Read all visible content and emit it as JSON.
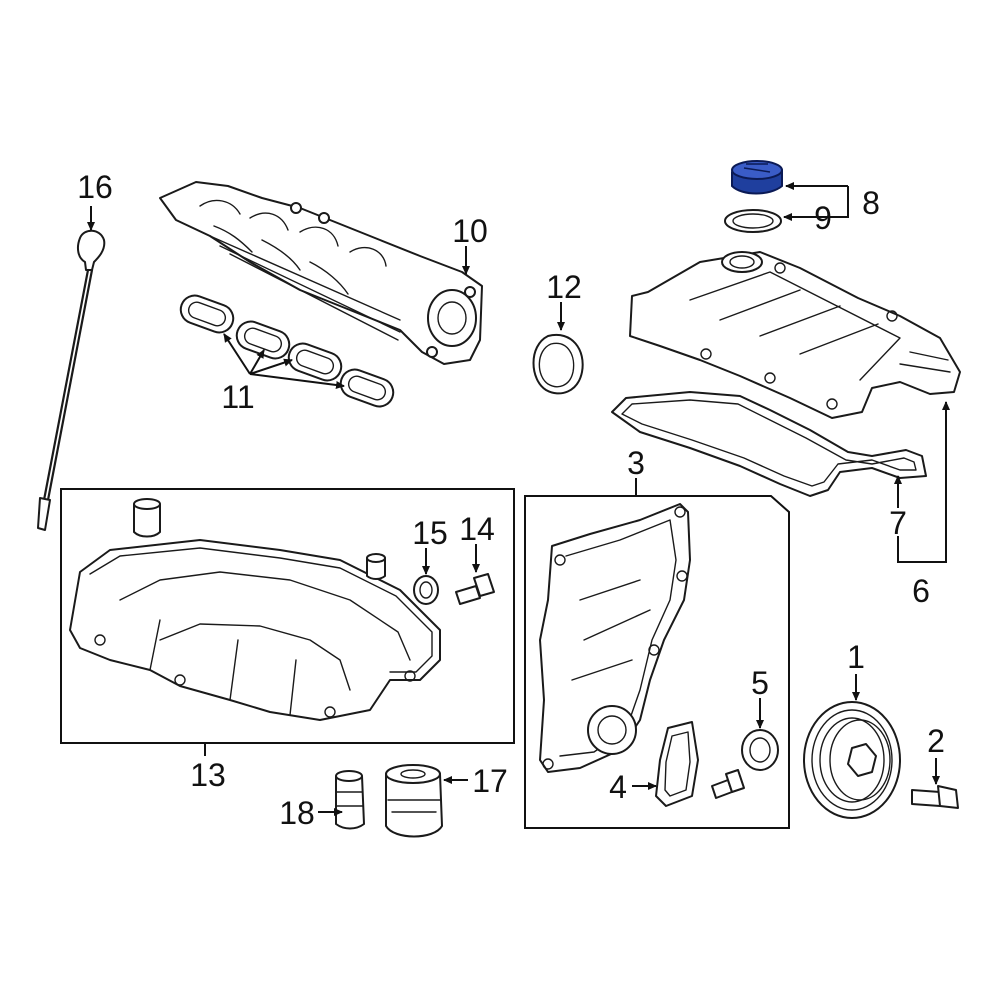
{
  "highlight_color": "#1f3f9e",
  "callouts": {
    "c1": "1",
    "c2": "2",
    "c3": "3",
    "c4": "4",
    "c5": "5",
    "c6": "6",
    "c7": "7",
    "c8": "8",
    "c9": "9",
    "c10": "10",
    "c11": "11",
    "c12": "12",
    "c13": "13",
    "c14": "14",
    "c15": "15",
    "c16": "16",
    "c17": "17",
    "c18": "18"
  }
}
